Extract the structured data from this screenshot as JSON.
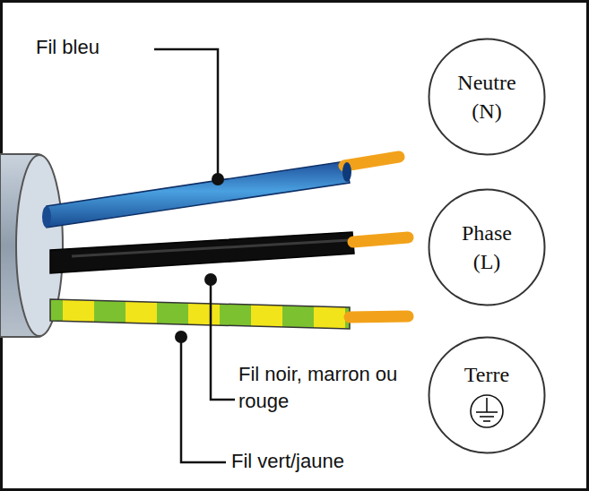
{
  "diagram": {
    "nodes": [
      {
        "text": [
          "Neutre (N)"
        ]
      },
      {
        "text": [
          "Phase (L)"
        ]
      },
      {
        "text": [
          "Terre"
        ]
      }
    ],
    "labels": [
      "Fil bleu",
      "Fil noir, marron ou rouge",
      "Fil vert/jaune"
    ]
  }
}
